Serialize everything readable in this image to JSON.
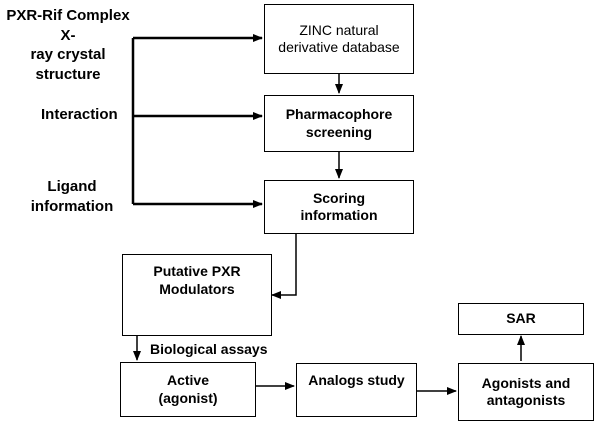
{
  "left_labels": {
    "structure": "PXR-Rif Complex X-\nray crystal\nstructure",
    "interaction": "Interaction",
    "ligand": "Ligand\ninformation"
  },
  "boxes": {
    "zinc": "ZINC natural\nderivative database",
    "pharmacophore": "Pharmacophore\nscreening",
    "scoring": "Scoring\ninformation",
    "putative": "Putative PXR\nModulators",
    "active": "Active\n(agonist)",
    "analogs": "Analogs study",
    "agonists": "Agonists and\nantagonists",
    "sar": "SAR"
  },
  "edge_labels": {
    "biological_assays": "Biological assays"
  }
}
